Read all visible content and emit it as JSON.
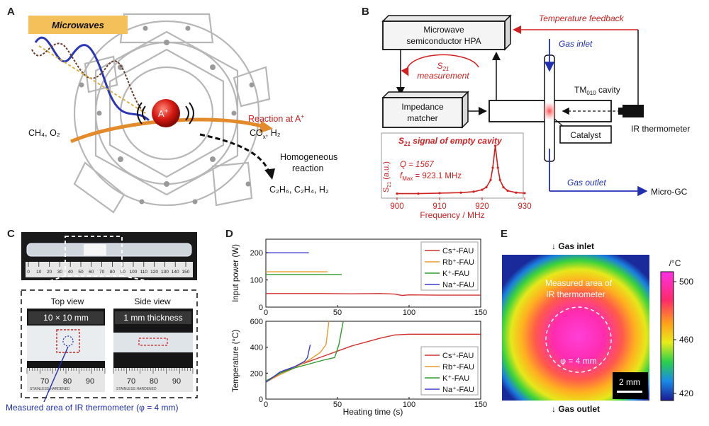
{
  "panels": {
    "a": {
      "label": "A",
      "microwaves": "Microwaves",
      "cation": "A",
      "cation_sup": "+",
      "reactants": "CH₄, O₂",
      "reaction_at": "Reaction at A",
      "reaction_at_sup": "+",
      "products": "CO",
      "products_sub": "x",
      "products_tail": ", H₂",
      "homogeneous_1": "Homogeneous",
      "homogeneous_2": "reaction",
      "side_products": "C₂H₆, C₂H₄, H₂"
    },
    "b": {
      "label": "B",
      "hpa_1": "Microwave",
      "hpa_2": "semiconductor HPA",
      "temp_feedback": "Temperature feedback",
      "s21_sym": "S",
      "s21_sub": "21",
      "s21_measure": "measurement",
      "gas_inlet": "Gas inlet",
      "cavity": "TM",
      "cavity_sub": "010",
      "cavity_tail": " cavity",
      "impedance_1": "Impedance",
      "impedance_2": "matcher",
      "catalyst": "Catalyst",
      "ir_thermometer": "IR thermometer",
      "gas_outlet": "Gas outlet",
      "micro_gc": "Micro-GC",
      "s21_title": "signal of empty cavity",
      "q_text": "Q = 1567",
      "fmax_text": " = 923.1 MHz",
      "fmax_sym": "f",
      "fmax_sub": "Max",
      "y_label": "(a.u.)",
      "x_label": "Frequency / MHz",
      "x_ticks": [
        "900",
        "910",
        "920",
        "930"
      ]
    },
    "c": {
      "label": "C",
      "top_view": "Top view",
      "side_view": "Side view",
      "size_text": "10 × 10 mm",
      "thickness_text": "1 mm thickness",
      "ruler_top": [
        "0",
        "10",
        "20",
        "30",
        "40",
        "50",
        "60",
        "70",
        "80",
        "90",
        "100",
        "110",
        "120",
        "130",
        "140",
        "150"
      ],
      "ruler_left": [
        "70",
        "80",
        "90"
      ],
      "ruler_right": [
        "70",
        "80",
        "90"
      ],
      "ruler_brand": "STAINLESS HARDENED",
      "measured": "Measured area of IR thermometer (φ = 4 mm)"
    },
    "d": {
      "label": "D",
      "top_ylabel": "Input power (W)",
      "bottom_ylabel": "Temperature (°C)",
      "xlabel": "Heating time (s)",
      "top_yticks": [
        "0",
        "100",
        "200"
      ],
      "bottom_yticks": [
        "0",
        "200",
        "400",
        "600"
      ],
      "xticks": [
        "0",
        "50",
        "100",
        "150"
      ],
      "legend": [
        {
          "name": "Cs⁺-FAU",
          "color": "#d0312d"
        },
        {
          "name": "Rb⁺-FAU",
          "color": "#e89b2a"
        },
        {
          "name": "K⁺-FAU",
          "color": "#2e9a2e"
        },
        {
          "name": "Na⁺-FAU",
          "color": "#3b3bd0"
        }
      ]
    },
    "e": {
      "label": "E",
      "gas_inlet": "↓ Gas inlet",
      "gas_outlet": "↓ Gas outlet",
      "measured_1": "Measured area of",
      "measured_2": "IR thermometer",
      "phi": "φ = 4 mm",
      "scale": "2 mm",
      "cbar_unit": "/°C",
      "cbar_ticks": [
        "500",
        "460",
        "420"
      ]
    }
  },
  "chart_data": [
    {
      "type": "line",
      "title": "",
      "xlabel": "Heating time (s)",
      "ylabel": "Input power (W)",
      "xlim": [
        0,
        150
      ],
      "ylim": [
        0,
        250
      ],
      "series": [
        {
          "name": "Cs⁺-FAU",
          "x": [
            0,
            20,
            40,
            60,
            80,
            90,
            95,
            100,
            120,
            150
          ],
          "y": [
            50,
            50,
            50,
            49,
            50,
            48,
            43,
            45,
            44,
            44
          ]
        },
        {
          "name": "Rb⁺-FAU",
          "x": [
            0,
            43
          ],
          "y": [
            130,
            130
          ]
        },
        {
          "name": "K⁺-FAU",
          "x": [
            0,
            53
          ],
          "y": [
            120,
            120
          ]
        },
        {
          "name": "Na⁺-FAU",
          "x": [
            0,
            30
          ],
          "y": [
            200,
            200
          ]
        }
      ]
    },
    {
      "type": "line",
      "title": "",
      "xlabel": "Heating time (s)",
      "ylabel": "Temperature (°C)",
      "xlim": [
        0,
        150
      ],
      "ylim": [
        0,
        600
      ],
      "series": [
        {
          "name": "Cs⁺-FAU",
          "x": [
            0,
            10,
            20,
            30,
            40,
            50,
            60,
            70,
            80,
            90,
            100,
            120,
            150
          ],
          "y": [
            130,
            200,
            250,
            290,
            330,
            370,
            410,
            440,
            470,
            495,
            500,
            500,
            500
          ]
        },
        {
          "name": "Rb⁺-FAU",
          "x": [
            0,
            10,
            20,
            30,
            38,
            42,
            44
          ],
          "y": [
            130,
            190,
            240,
            300,
            360,
            420,
            600
          ]
        },
        {
          "name": "K⁺-FAU",
          "x": [
            0,
            10,
            20,
            30,
            40,
            48,
            51,
            54
          ],
          "y": [
            140,
            200,
            240,
            270,
            300,
            320,
            420,
            600
          ]
        },
        {
          "name": "Na⁺-FAU",
          "x": [
            0,
            10,
            20,
            27,
            29,
            31
          ],
          "y": [
            130,
            210,
            250,
            290,
            320,
            420
          ]
        }
      ]
    },
    {
      "type": "line",
      "title": "signal of empty cavity",
      "xlabel": "Frequency / MHz",
      "ylabel": "(a.u.)",
      "xlim": [
        900,
        930
      ],
      "series": [
        {
          "name": "",
          "x": [
            900,
            905,
            910,
            915,
            918,
            920,
            921,
            922,
            922.5,
            923.1,
            923.7,
            924.2,
            925,
            926,
            928,
            930
          ],
          "y": [
            0.02,
            0.02,
            0.03,
            0.04,
            0.06,
            0.1,
            0.15,
            0.3,
            0.55,
            1.0,
            0.55,
            0.3,
            0.15,
            0.08,
            0.04,
            0.03
          ]
        }
      ]
    }
  ]
}
